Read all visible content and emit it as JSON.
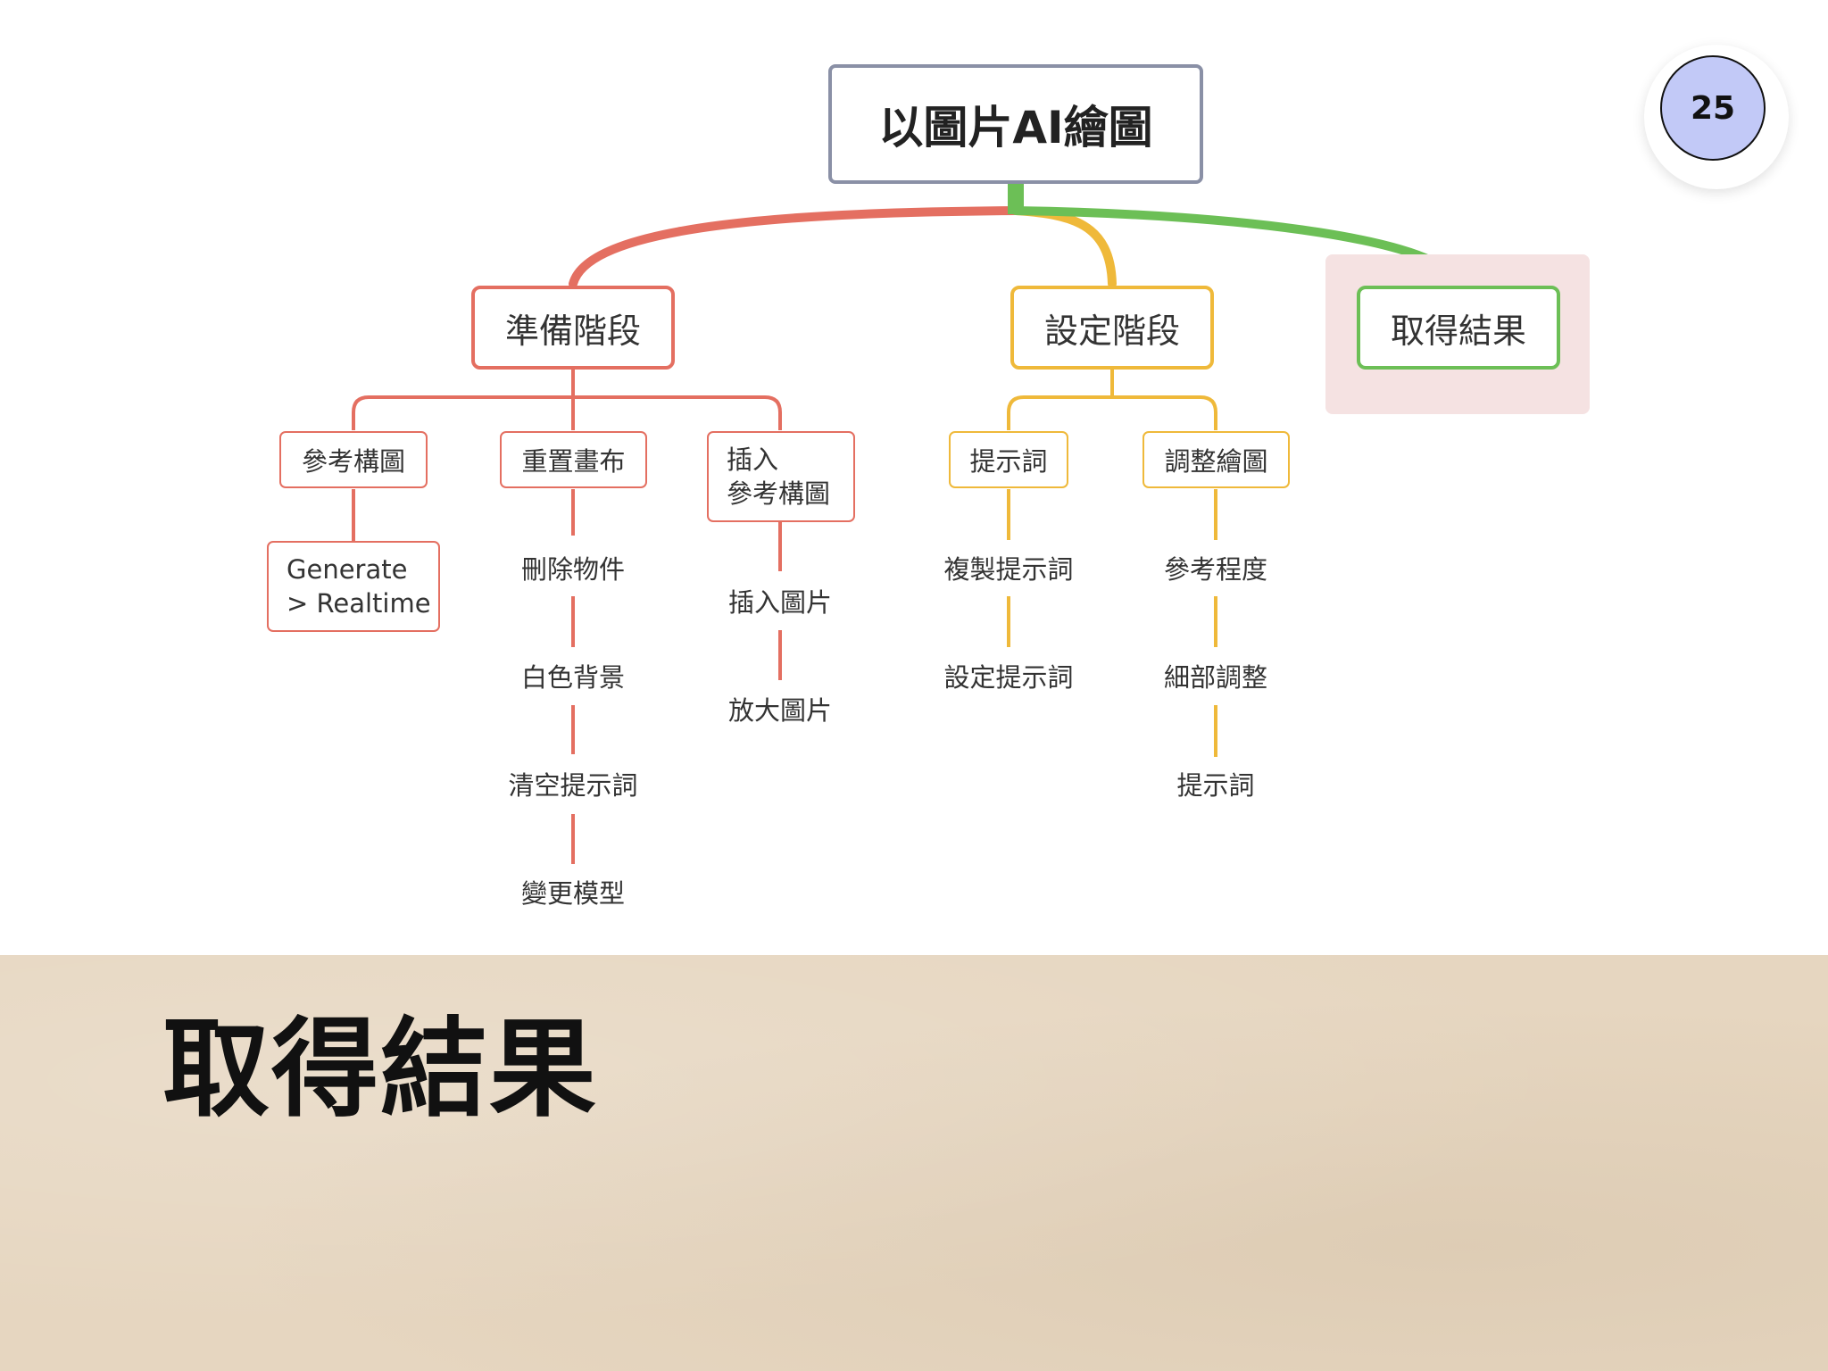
{
  "root": {
    "label": "以圖片AI繪圖"
  },
  "page_number": "25",
  "slide_title": "取得結果",
  "branches": {
    "prepare": {
      "label": "準備階段",
      "reference": {
        "label": "參考構圖",
        "leaf_line1": "Generate",
        "leaf_line2": "> Realtime"
      },
      "reset": {
        "label": "重置畫布",
        "leaves": [
          "刪除物件",
          "白色背景",
          "清空提示詞",
          "變更模型"
        ]
      },
      "insert": {
        "line1": "插入",
        "line2": "參考構圖",
        "leaves": [
          "插入圖片",
          "放大圖片"
        ]
      }
    },
    "setup": {
      "label": "設定階段",
      "prompt": {
        "label": "提示詞",
        "leaves": [
          "複製提示詞",
          "設定提示詞"
        ]
      },
      "adjust": {
        "label": "調整繪圖",
        "leaves": [
          "參考程度",
          "細部調整",
          "提示詞"
        ]
      }
    },
    "result": {
      "label": "取得結果"
    }
  },
  "colors": {
    "prepare": "#e46f61",
    "setup": "#efb93a",
    "result": "#6cbf56",
    "root_border": "#8a90a6"
  }
}
